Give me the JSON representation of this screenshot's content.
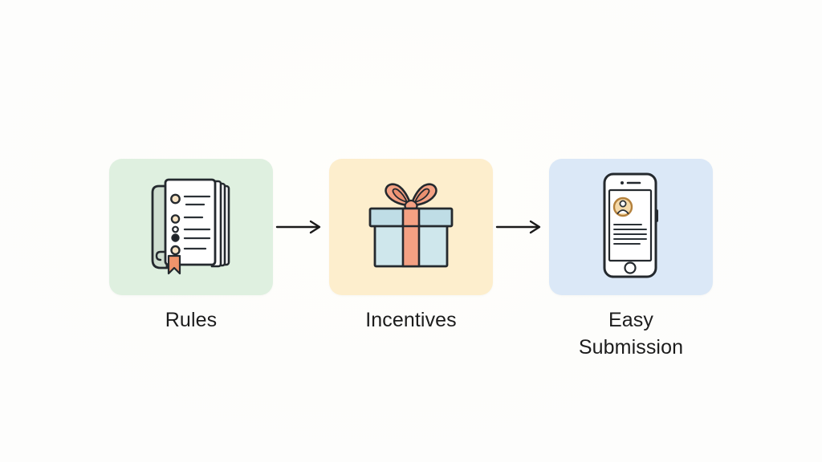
{
  "diagram": {
    "type": "three-step-horizontal-flow",
    "background_color": "#fdfdfb",
    "arrow_color": "#1a1a1a",
    "label_color": "#1c1c1c",
    "steps": [
      {
        "id": "rules",
        "label": "Rules",
        "card_color": "#dff0e0",
        "icon_name": "notebook-checklist-icon",
        "icon_colors": {
          "page": "#ffffff",
          "outline": "#24292e",
          "cover": "#cfded0",
          "bullet_filled": "#1f2328",
          "bullet_outline": "#f7e3c4",
          "bookmark": "#f0936b",
          "line": "#2b3136"
        }
      },
      {
        "id": "incentives",
        "label": "Incentives",
        "card_color": "#fdeecd",
        "icon_name": "gift-box-icon",
        "icon_colors": {
          "box_body": "#cfe7ec",
          "box_lid": "#bfdde6",
          "ribbon": "#f4a183",
          "ribbon_shade": "#eb9070",
          "outline": "#24292e"
        }
      },
      {
        "id": "easy-submission",
        "label": "Easy Submission",
        "label_line1": "Easy",
        "label_line2": "Submission",
        "card_color": "#dbe8f7",
        "icon_name": "smartphone-profile-form-icon",
        "icon_colors": {
          "body": "#ffffff",
          "outline": "#24292e",
          "avatar_fill": "#f5d9a8",
          "avatar_outline": "#b4813c",
          "text_line": "#2b3136"
        }
      }
    ],
    "connectors": [
      {
        "id": "arrow-rules-to-incentives",
        "icon_name": "arrow-right-icon",
        "from": "rules",
        "to": "incentives"
      },
      {
        "id": "arrow-incentives-to-submission",
        "icon_name": "arrow-right-icon",
        "from": "incentives",
        "to": "easy-submission"
      }
    ]
  }
}
